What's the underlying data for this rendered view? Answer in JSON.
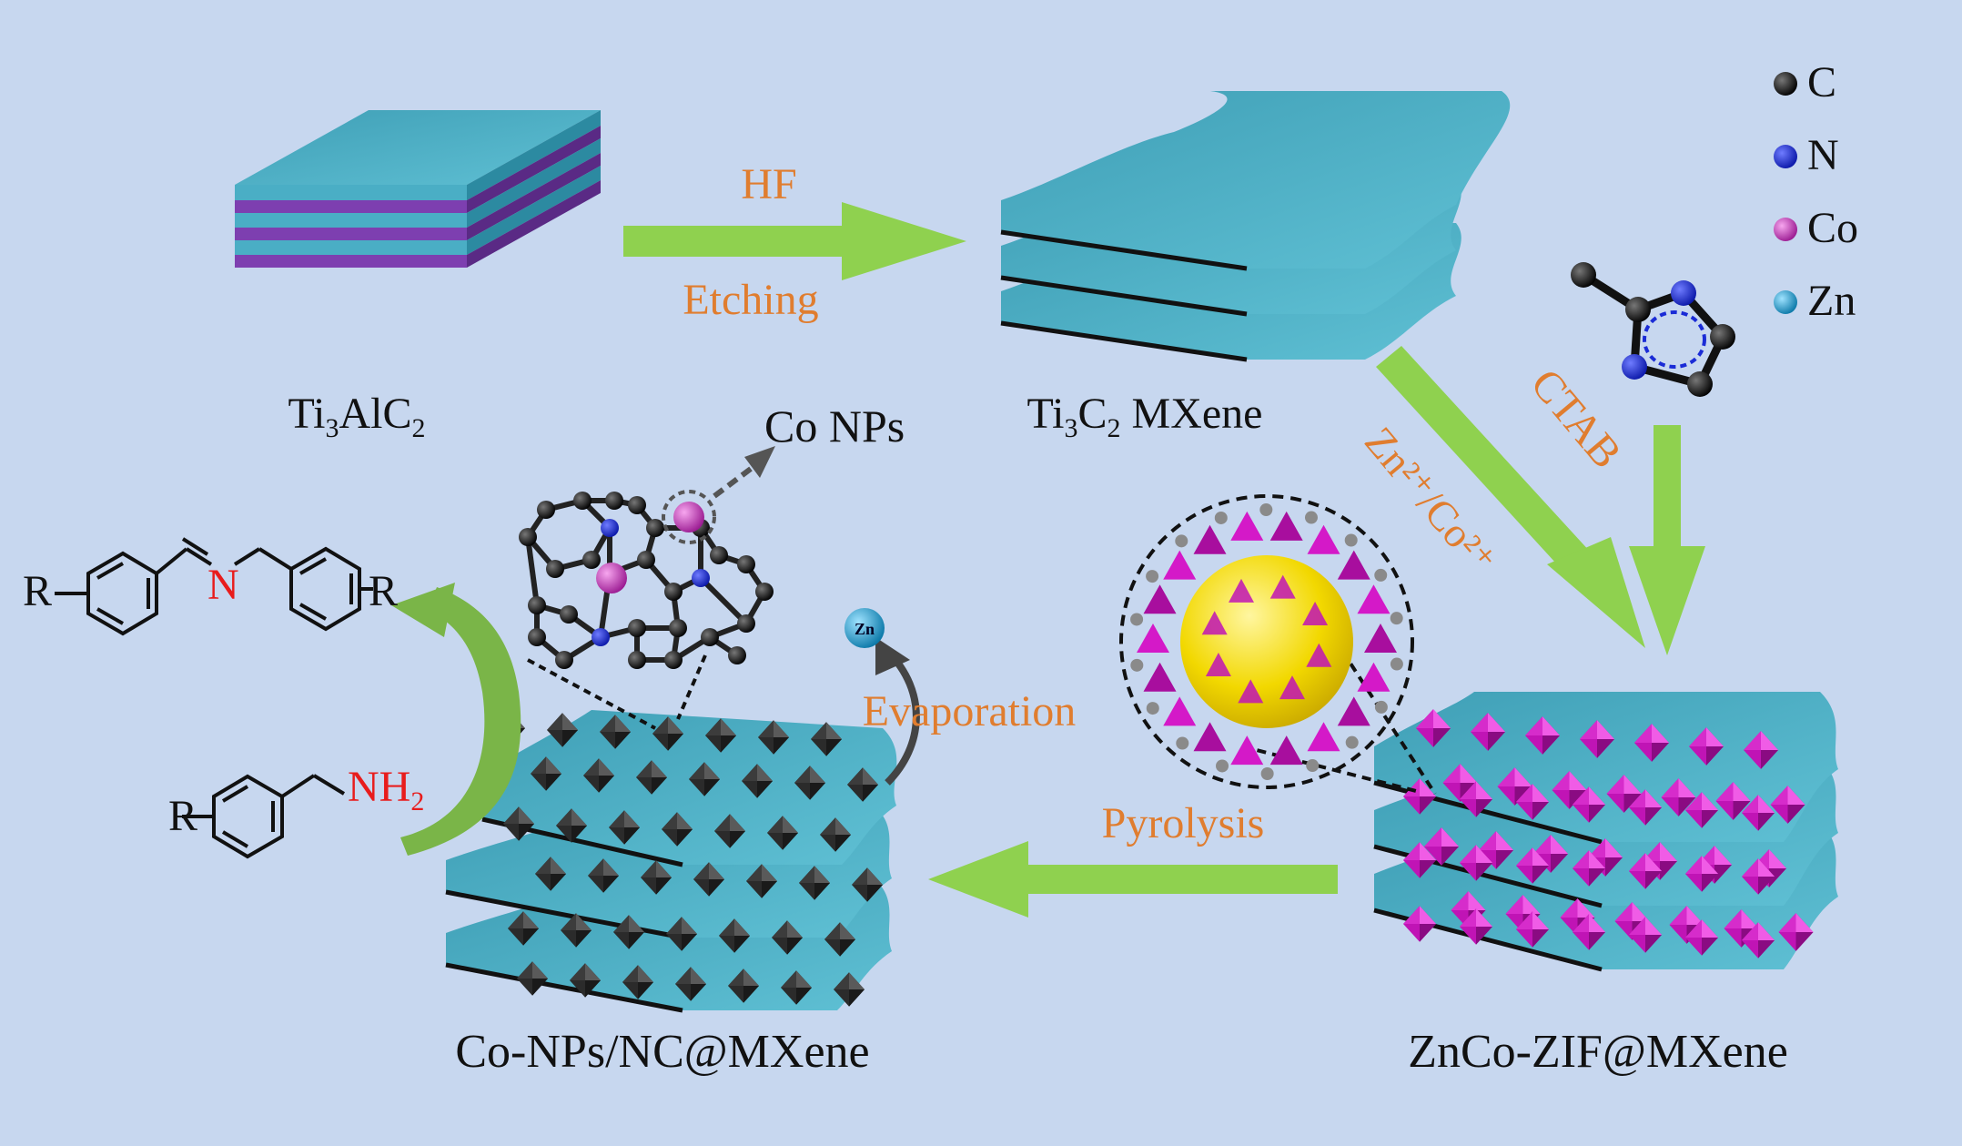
{
  "colors": {
    "background": "#c7d7ef",
    "arrow_green": "#8fd14f",
    "sheet_teal": "#4fb3c9",
    "al_layer": "#7d3fb0",
    "orange_text": "#e07d2f",
    "zif_magenta": "#d419c8",
    "carbon_black": "#222222",
    "nitrogen_blue": "#1a2bd6",
    "cobalt": "#c233b8",
    "zinc": "#1aa3d6",
    "imine_red": "#e81c1c"
  },
  "labels": {
    "hf": "HF",
    "etching": "Etching",
    "ctab": "CTAB",
    "zn_co_ion": "Zn²⁺/Co²⁺",
    "pyrolysis": "Pyrolysis",
    "evaporation": "Evaporation",
    "co_nps": "Co NPs",
    "zn_atom": "Zn"
  },
  "materials": {
    "max_phase": {
      "base1": "Ti",
      "sub1": "3",
      "base2": "AlC",
      "sub2": "2"
    },
    "mxene": {
      "base1": "Ti",
      "sub1": "3",
      "base2": "C",
      "sub2": "2",
      "suffix": " MXene"
    },
    "zif_mxene": "ZnCo-ZIF@MXene",
    "co_nc_mxene": "Co-NPs/NC@MXene"
  },
  "legend": [
    {
      "symbol": "C",
      "color": "#111111"
    },
    {
      "symbol": "N",
      "color": "#1a2bd6"
    },
    {
      "symbol": "Co",
      "color": "#c233b8"
    },
    {
      "symbol": "Zn",
      "color": "#1aa3d6"
    }
  ],
  "reaction": {
    "substituent": "R",
    "imine_n": "N",
    "amine": "NH",
    "amine_sub": "2"
  }
}
